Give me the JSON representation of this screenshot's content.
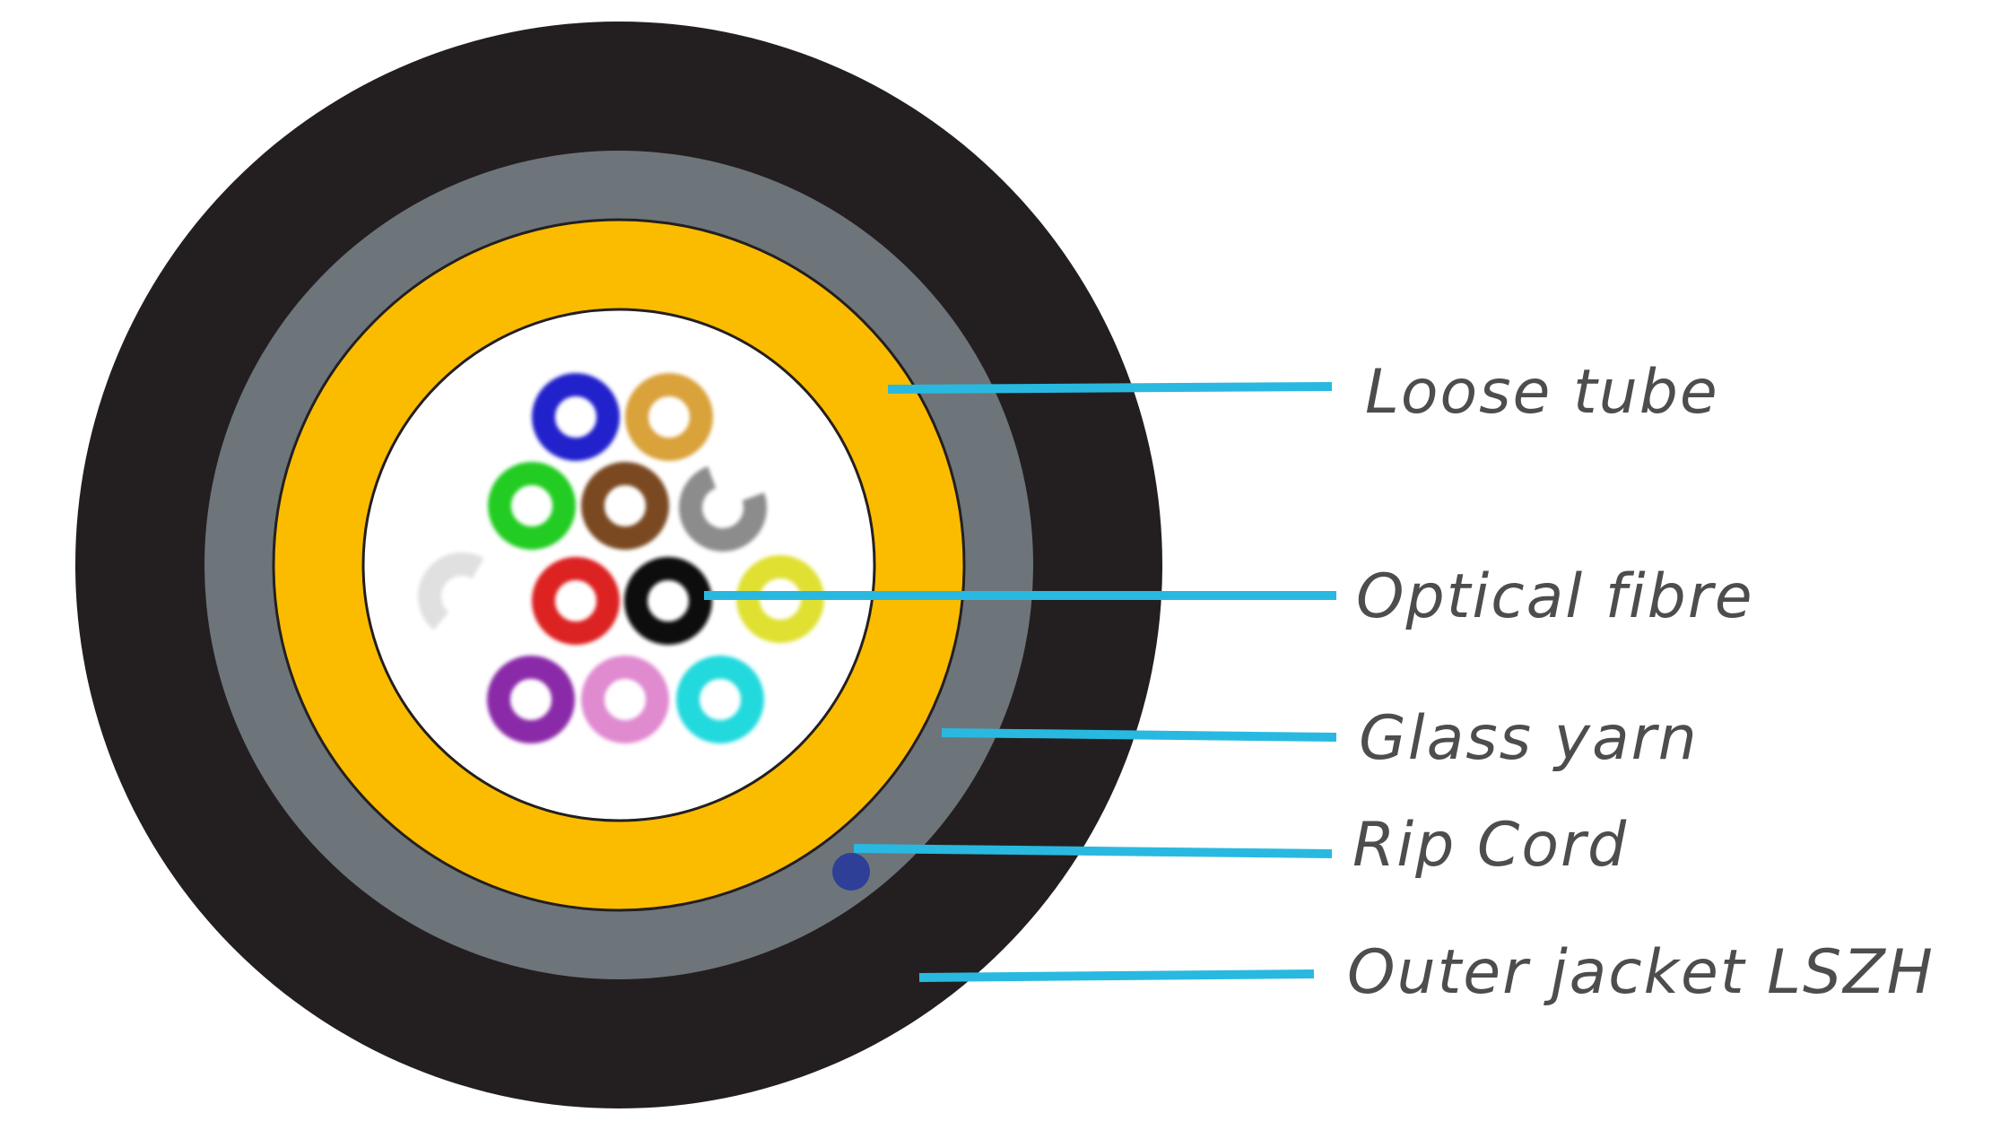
{
  "diagram": {
    "subject": "fibre-optic-cable-cross-section",
    "colors": {
      "outer_jacket": "#231f20",
      "glass_yarn": "#6d757a",
      "loose_tube": "#fbbc00",
      "tube_interior": "#ffffff",
      "rip_cord": "#2e3f97",
      "leader_line": "#29b9e0",
      "label_text": "#4d4d4d"
    },
    "fibres": [
      {
        "color": "#2424cc",
        "name": "blue"
      },
      {
        "color": "#d9a23a",
        "name": "orange"
      },
      {
        "color": "#22cc22",
        "name": "green"
      },
      {
        "color": "#7a4a24",
        "name": "brown"
      },
      {
        "color": "#8c8c8c",
        "name": "grey"
      },
      {
        "color": "#e0e0e0",
        "name": "white"
      },
      {
        "color": "#dd2222",
        "name": "red"
      },
      {
        "color": "#111111",
        "name": "black"
      },
      {
        "color": "#e0e033",
        "name": "yellow"
      },
      {
        "color": "#8a2aa8",
        "name": "violet"
      },
      {
        "color": "#e08ad0",
        "name": "rose"
      },
      {
        "color": "#22d9dd",
        "name": "aqua"
      }
    ],
    "callouts": [
      {
        "id": "loose-tube",
        "label": "Loose tube"
      },
      {
        "id": "optical-fibre",
        "label": "Optical fibre"
      },
      {
        "id": "glass-yarn",
        "label": "Glass yarn"
      },
      {
        "id": "rip-cord",
        "label": "Rip Cord"
      },
      {
        "id": "outer-jacket",
        "label": "Outer jacket LSZH"
      }
    ]
  }
}
